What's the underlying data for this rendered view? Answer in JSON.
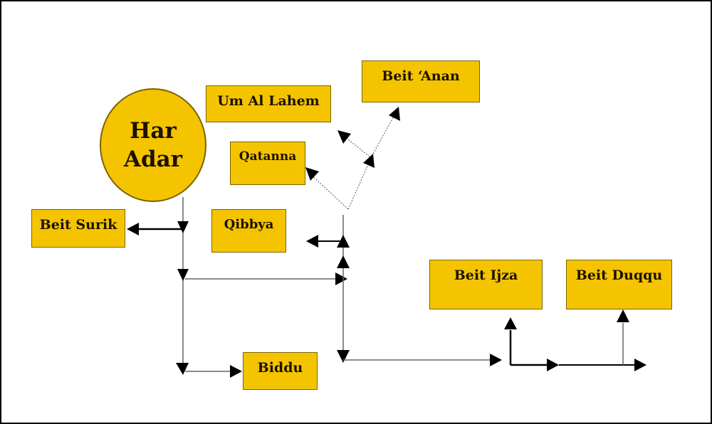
{
  "diagram": {
    "hub": {
      "line1": "Har",
      "line2": "Adar"
    },
    "nodes": {
      "beit_surik": "Beit Surik",
      "um_al_lahem": "Um Al Lahem",
      "beit_anan": "Beit ‘Anan",
      "qatanna": "Qatanna",
      "qibbya": "Qibbya",
      "biddu": "Biddu",
      "beit_ijza": "Beit Ijza",
      "beit_duqqu": "Beit Duqqu"
    },
    "colors": {
      "node_fill": "#f5c400",
      "line": "#000000",
      "border": "#7a6400"
    }
  }
}
